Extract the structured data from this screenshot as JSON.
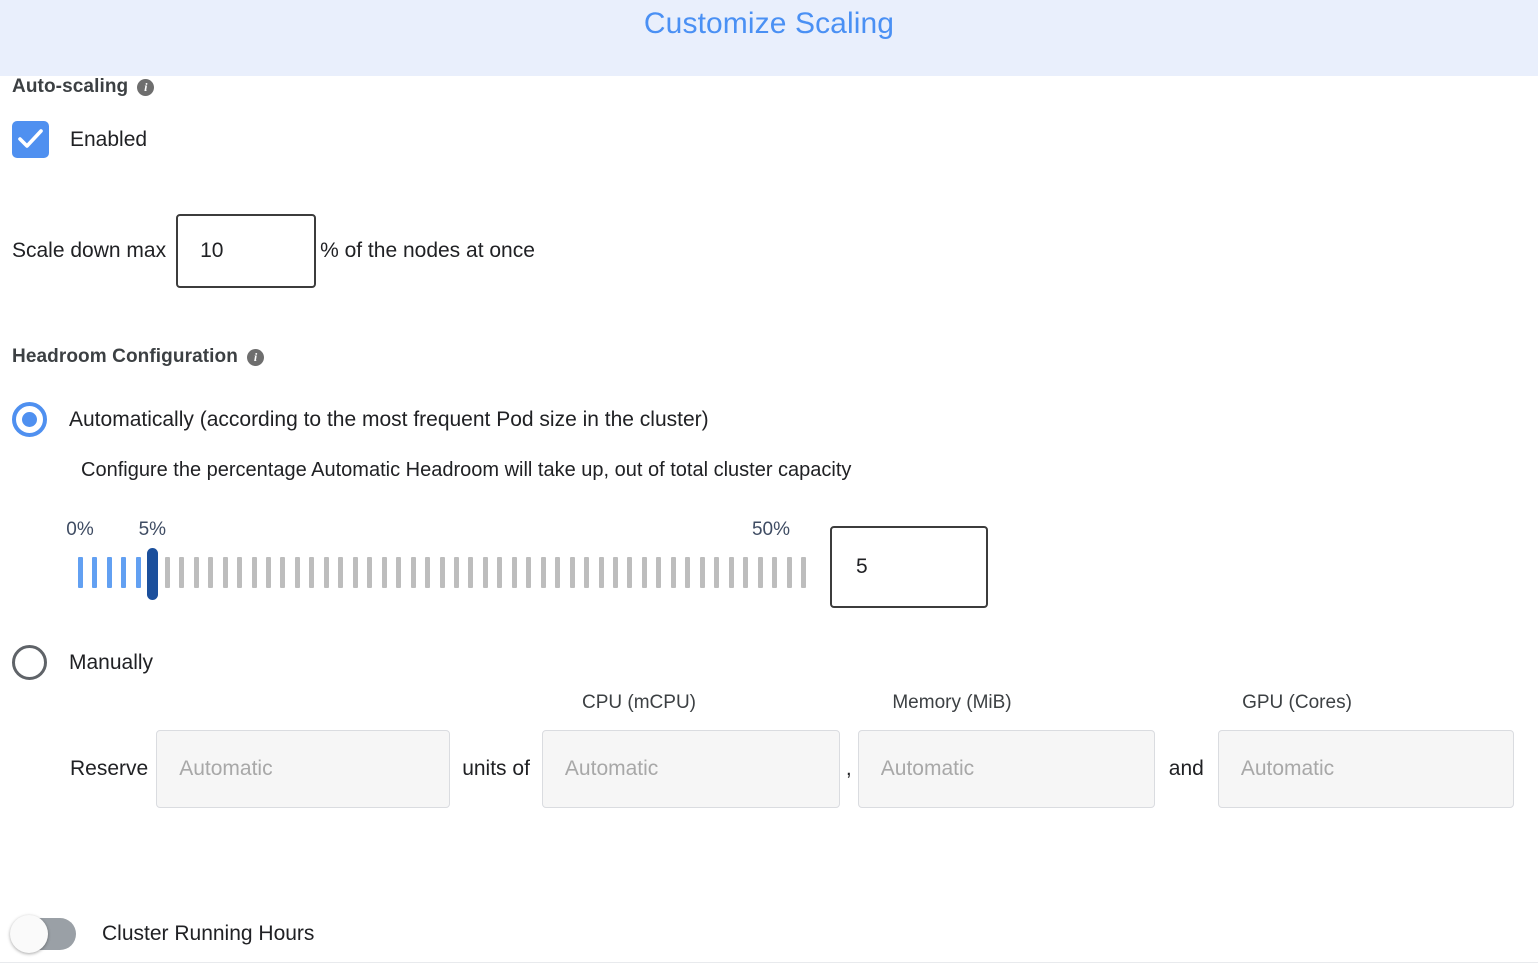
{
  "header": {
    "title": "Customize Scaling",
    "background_color": "#e9effc",
    "title_color": "#4a90f4"
  },
  "autoscaling": {
    "section_label": "Auto-scaling",
    "info_glyph": "i",
    "enabled_label": "Enabled",
    "enabled_checked": true,
    "checkbox_color": "#4f90f0"
  },
  "scale_down": {
    "prefix_label": "Scale down max",
    "value": "10",
    "suffix_label": "% of the nodes at once"
  },
  "headroom": {
    "section_label": "Headroom Configuration",
    "info_glyph": "i",
    "automatic": {
      "label": "Automatically (according to the most frequent Pod size in the cluster)",
      "selected": true,
      "help_text": "Configure the percentage Automatic Headroom will take up, out of total cluster capacity"
    },
    "slider": {
      "min_label": "0%",
      "max_label": "50%",
      "current_label": "5%",
      "min": 0,
      "max": 50,
      "value": 5,
      "value_input": "5",
      "tick_count": 51,
      "filled_color": "#62a0f2",
      "empty_color": "#bdbdbd",
      "thumb_color": "#1b4f9c"
    },
    "manual": {
      "label": "Manually",
      "selected": false,
      "reserve_label": "Reserve",
      "units_of_label": "units of",
      "comma_label": ",",
      "and_label": "and",
      "fields": [
        {
          "head": "",
          "placeholder": "Automatic",
          "value": ""
        },
        {
          "head": "CPU (mCPU)",
          "placeholder": "Automatic",
          "value": ""
        },
        {
          "head": "Memory (MiB)",
          "placeholder": "Automatic",
          "value": ""
        },
        {
          "head": "GPU (Cores)",
          "placeholder": "Automatic",
          "value": ""
        }
      ]
    }
  },
  "cluster_running_hours": {
    "label": "Cluster Running Hours",
    "enabled": false
  }
}
